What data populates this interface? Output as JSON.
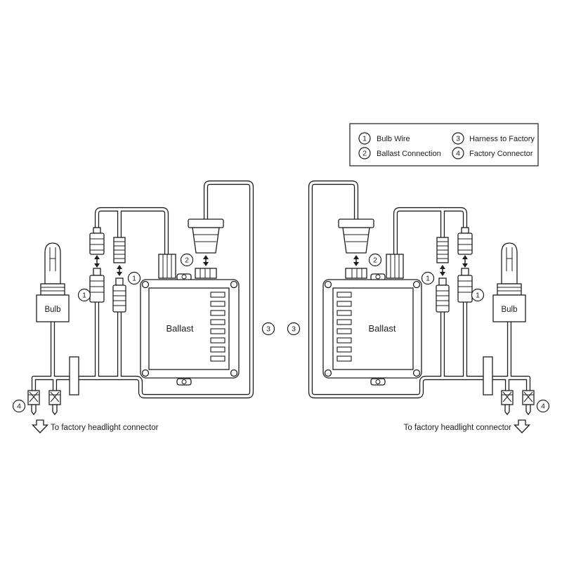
{
  "legend": {
    "items": [
      {
        "num": "1",
        "label": "Bulb Wire"
      },
      {
        "num": "2",
        "label": "Ballast Connection"
      },
      {
        "num": "3",
        "label": "Harness to Factory"
      },
      {
        "num": "4",
        "label": "Factory Connector"
      }
    ]
  },
  "labels": {
    "bulb": "Bulb",
    "ballast": "Ballast",
    "bottom_note": "To factory headlight connector"
  },
  "callouts": {
    "c1": "1",
    "c2": "2",
    "c3": "3",
    "c4": "4"
  }
}
